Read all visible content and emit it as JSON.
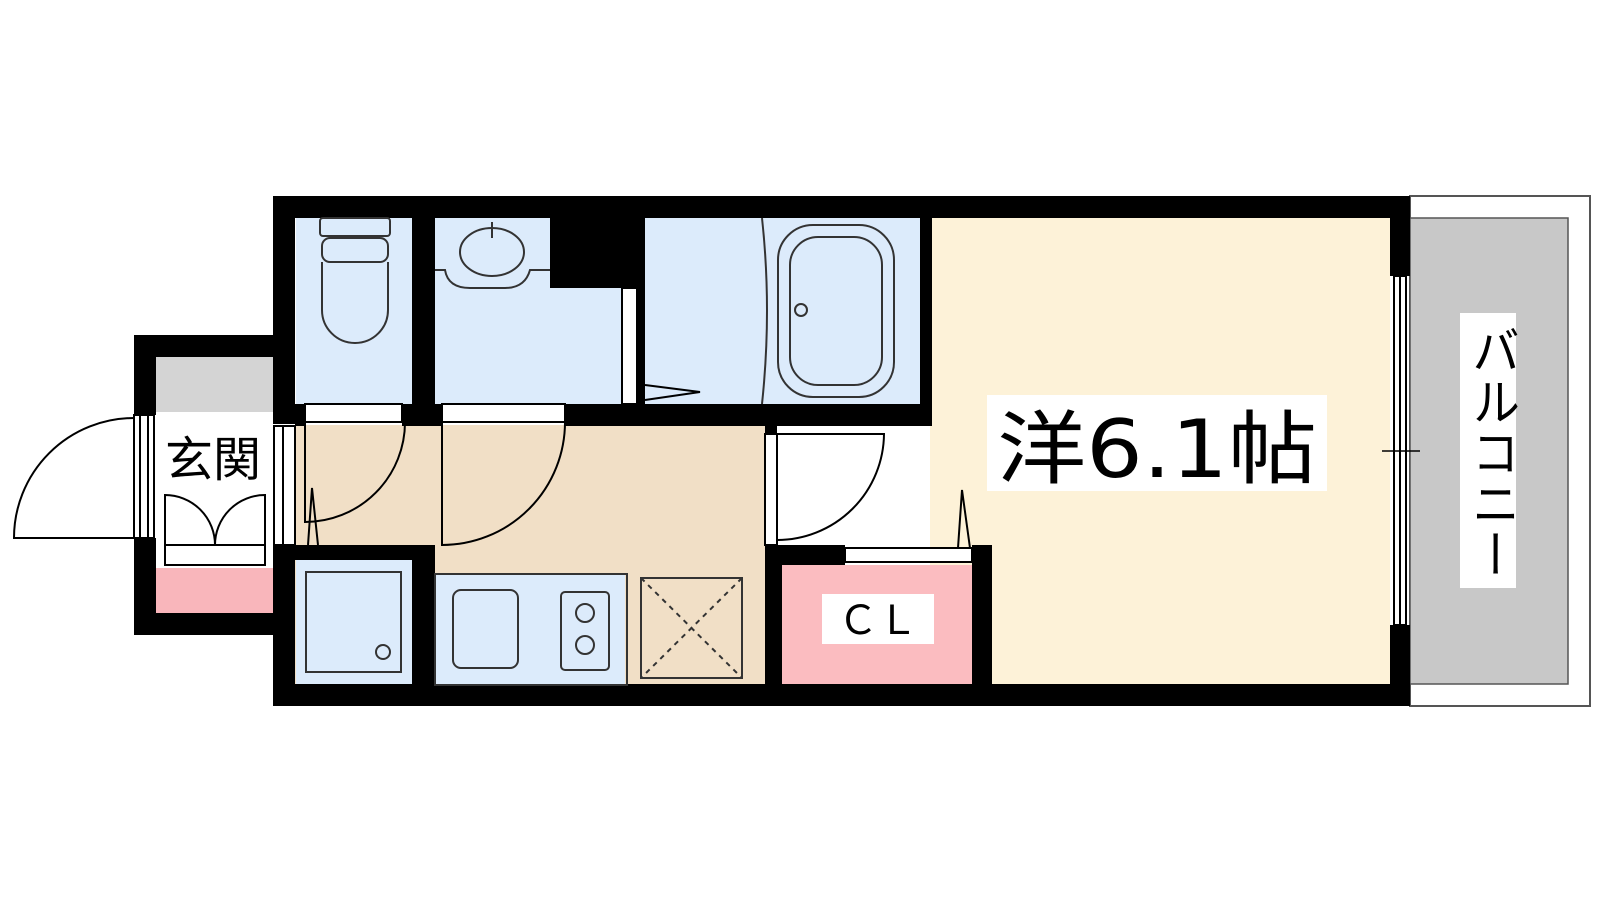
{
  "labels": {
    "entrance": "玄関",
    "western_room": "洋6.1帖",
    "closet": "ＣＬ",
    "balcony": "バルコニー"
  },
  "colors": {
    "wall": "#000000",
    "wet_area": "#dcebfb",
    "room_floor": "#fdf2d8",
    "corridor_floor": "#f1dfc6",
    "closet_fill": "#fbbcc0",
    "shoe_box": "#f9b6bb",
    "entrance_floor": "#d4d4d4",
    "balcony_fill": "#c8c8c8",
    "outline": "#555555"
  },
  "icons": [
    "toilet-icon",
    "washbasin-icon",
    "bathtub-icon",
    "washing-machine-icon",
    "sink-icon",
    "gas-stove-icon",
    "refrigerator-space-icon",
    "door-swing-icon",
    "sliding-door-icon"
  ]
}
